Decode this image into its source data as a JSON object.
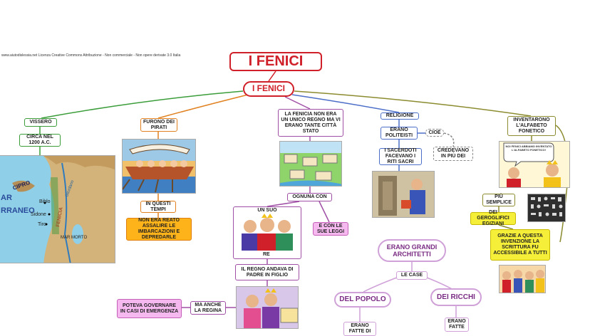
{
  "credit": "www.aiutodislessia.net Licenza Creative Commons Attribuzione - Non commerciale - Non opere derivate 3.0 Italia",
  "title": "I FENICI",
  "center": "I FENICI",
  "branches": {
    "vissero": "VISSERO",
    "circa": "CIRCA NEL 1200 A.C.",
    "furono": "FURONO DEI PIRATI",
    "tempi": "IN QUESTI TEMPI",
    "reato": "NON ERA REATO ASSALIRE LE IMBARCAZIONI E DEPREDARLE",
    "fenicia": "LA FENICIA NON ERA UN UNICO REGNO MA VI ERANO TANTE CITTÀ STATO",
    "ognuna": "OGNUNA CON",
    "suo": "UN SUO",
    "re": "RE",
    "leggi": "E CON LE SUE LEGGI",
    "regno": "IL REGNO ANDAVA DI PADRE IN FIGLIO",
    "regina": "MA ANCHE LA REGINA",
    "potesa": "POTEVA GOVERNARE IN CASI DI EMERGENZA",
    "religione": "RELIGIONE",
    "politeisti": "ERANO POLITEISTI",
    "cioe": "CIOÈ",
    "credevano": "CREDEVANO IN PIÙ DEI",
    "sacerdoti": "I SACERDOTI FACEVANO I RITI SACRI",
    "architetti": "ERANO GRANDI ARCHITETTI",
    "case": "LE CASE",
    "popolo": "DEL POPOLO",
    "ricchi": "DEI RICCHI",
    "fatte1": "ERANO FATTE DI",
    "fatte2": "ERANO FATTE",
    "inventarono": "INVENTARONO L'ALFABETO FONETICO",
    "semplice": "PIÙ SEMPLICE",
    "geroglifici": "DEI GEROGLIFICI EGIZIANI",
    "grazie": "GRAZIE A QUESTA INVENZIONE LA SCRITTURA FU ACCESSIBILE A TUTTI"
  },
  "map": {
    "cipro": "CIPRO",
    "ar": "AR",
    "rraneo": "RRANEO",
    "biblo": "Biblo",
    "sidone": "Sidone",
    "tiro": "Tiro",
    "fenicia": "FENICIA",
    "mar_morto": "MAR MORTO",
    "giordano": "Giordano"
  },
  "comic": {
    "speech": "NOI FENICI ABBIAMO INVENTATO L'ALFABETO FONETICO!"
  },
  "colors": {
    "title": "#d0202a",
    "green": "#3a9d3a",
    "orange": "#e0801f",
    "purple": "#a04fa6",
    "blue": "#4d6fc9",
    "olive": "#8b8b2f"
  }
}
